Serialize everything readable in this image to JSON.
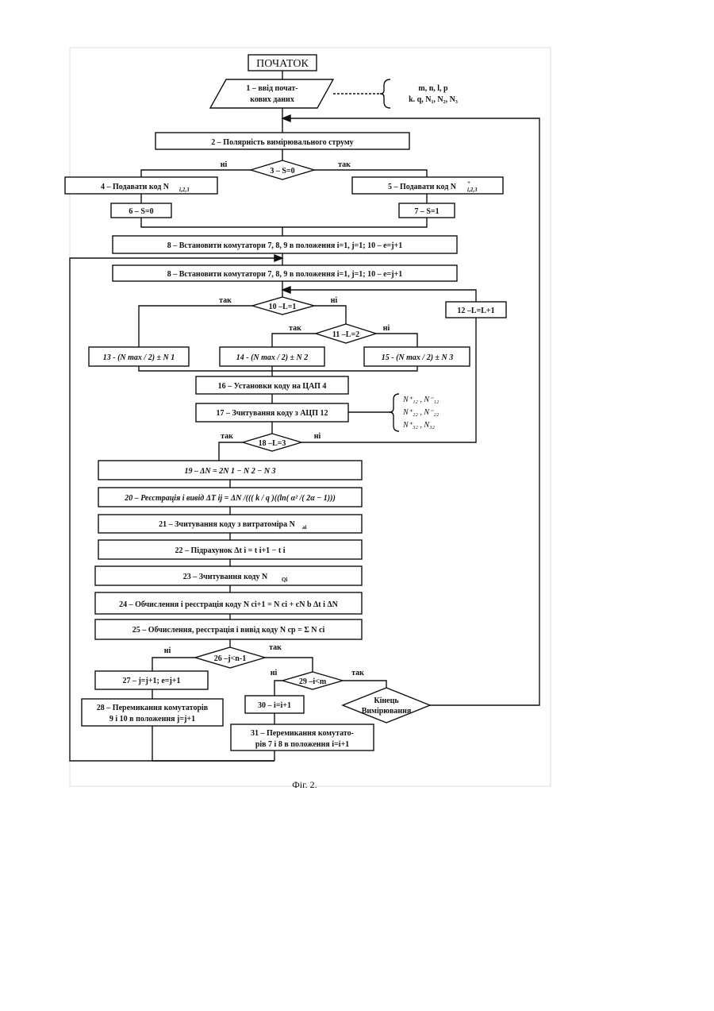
{
  "blocks": {
    "start": "ПОЧАТОК",
    "b1a": "1 – ввід почат-",
    "b1b": "кових даних",
    "b2": "2 – Полярність вимірювального струму",
    "d3": "3 – S=0",
    "b4": "4 – Подавати код  N",
    "b4sub": "i,2,3",
    "b5": "5 – Подавати код  N",
    "b5sub": "i,2,3",
    "b5sup": "+",
    "b6": "6 – S=0",
    "b7": "7 – S=1",
    "b8a": "8 – Встановити комутатори 7, 8, 9 в положення i=1, j=1; 10 – e=j+1",
    "b8b": "8 – Встановити комутатори 7, 8, 9 в положення i=1, j=1; 10 – e=j+1",
    "d10": "10 –L=1",
    "d11": "11 –L=2",
    "b12": "12 –L=L+1",
    "b13": "13 - (N max / 2) ± N 1",
    "b14": "14 - (N max / 2) ± N 2",
    "b15": "15 - (N max / 2) ± N 3",
    "b16": "16 – Установки коду на ЦАП 4",
    "b17": "17 – Зчитування коду з АЦП 12",
    "d18": "18 –L=3",
    "b19": "19 – ΔN = 2N 1 − N 2 − N 3",
    "b20": "20 – Реєстрація і вивід ΔT ij = ΔN /((( k / q )((ln( α² /( 2α − 1)))",
    "b21": "21 – Зчитування коду з витратоміра N",
    "b21sub": "ai",
    "b22": "22 – Підрахунок  Δt i = t i+1 − t i",
    "b23": "23 – Зчитування коду N",
    "b23sub": "Qi",
    "b24": "24 – Обчислення і реєстрація коду  N ci+1 = N ci + cN b Δt i ΔN",
    "b25": "25 – Обчислення, реєстрація і вивід коду  N cp = Σ N ci",
    "d26": "26 –j<n-1",
    "b27": "27 – j=j+1; e=j+1",
    "b28a": "28 – Перемикання комутаторів",
    "b28b": "9 і 10 в положення  j=j+1",
    "d29": "29 –i<m",
    "b30": "30 – i=i+1",
    "b31a": "31 – Перемикання комутато-",
    "b31b": "рів  7 і 8 в положення  i=i+1",
    "endA": "Кінець",
    "endB": "Вимірювання"
  },
  "notes": {
    "inputs_line1": "m, n, l, p",
    "inputs_line2": "k. q, N₁, N₂, N₃",
    "codes_line1": "N⁺₁₂ , N⁻₁₂",
    "codes_line2": "N⁺₂₂ , N⁻₂₂",
    "codes_line3": "N⁺₃₂ , N₃₂"
  },
  "labels": {
    "no": "ні",
    "yes": "так"
  },
  "caption": "Фіг. 2."
}
